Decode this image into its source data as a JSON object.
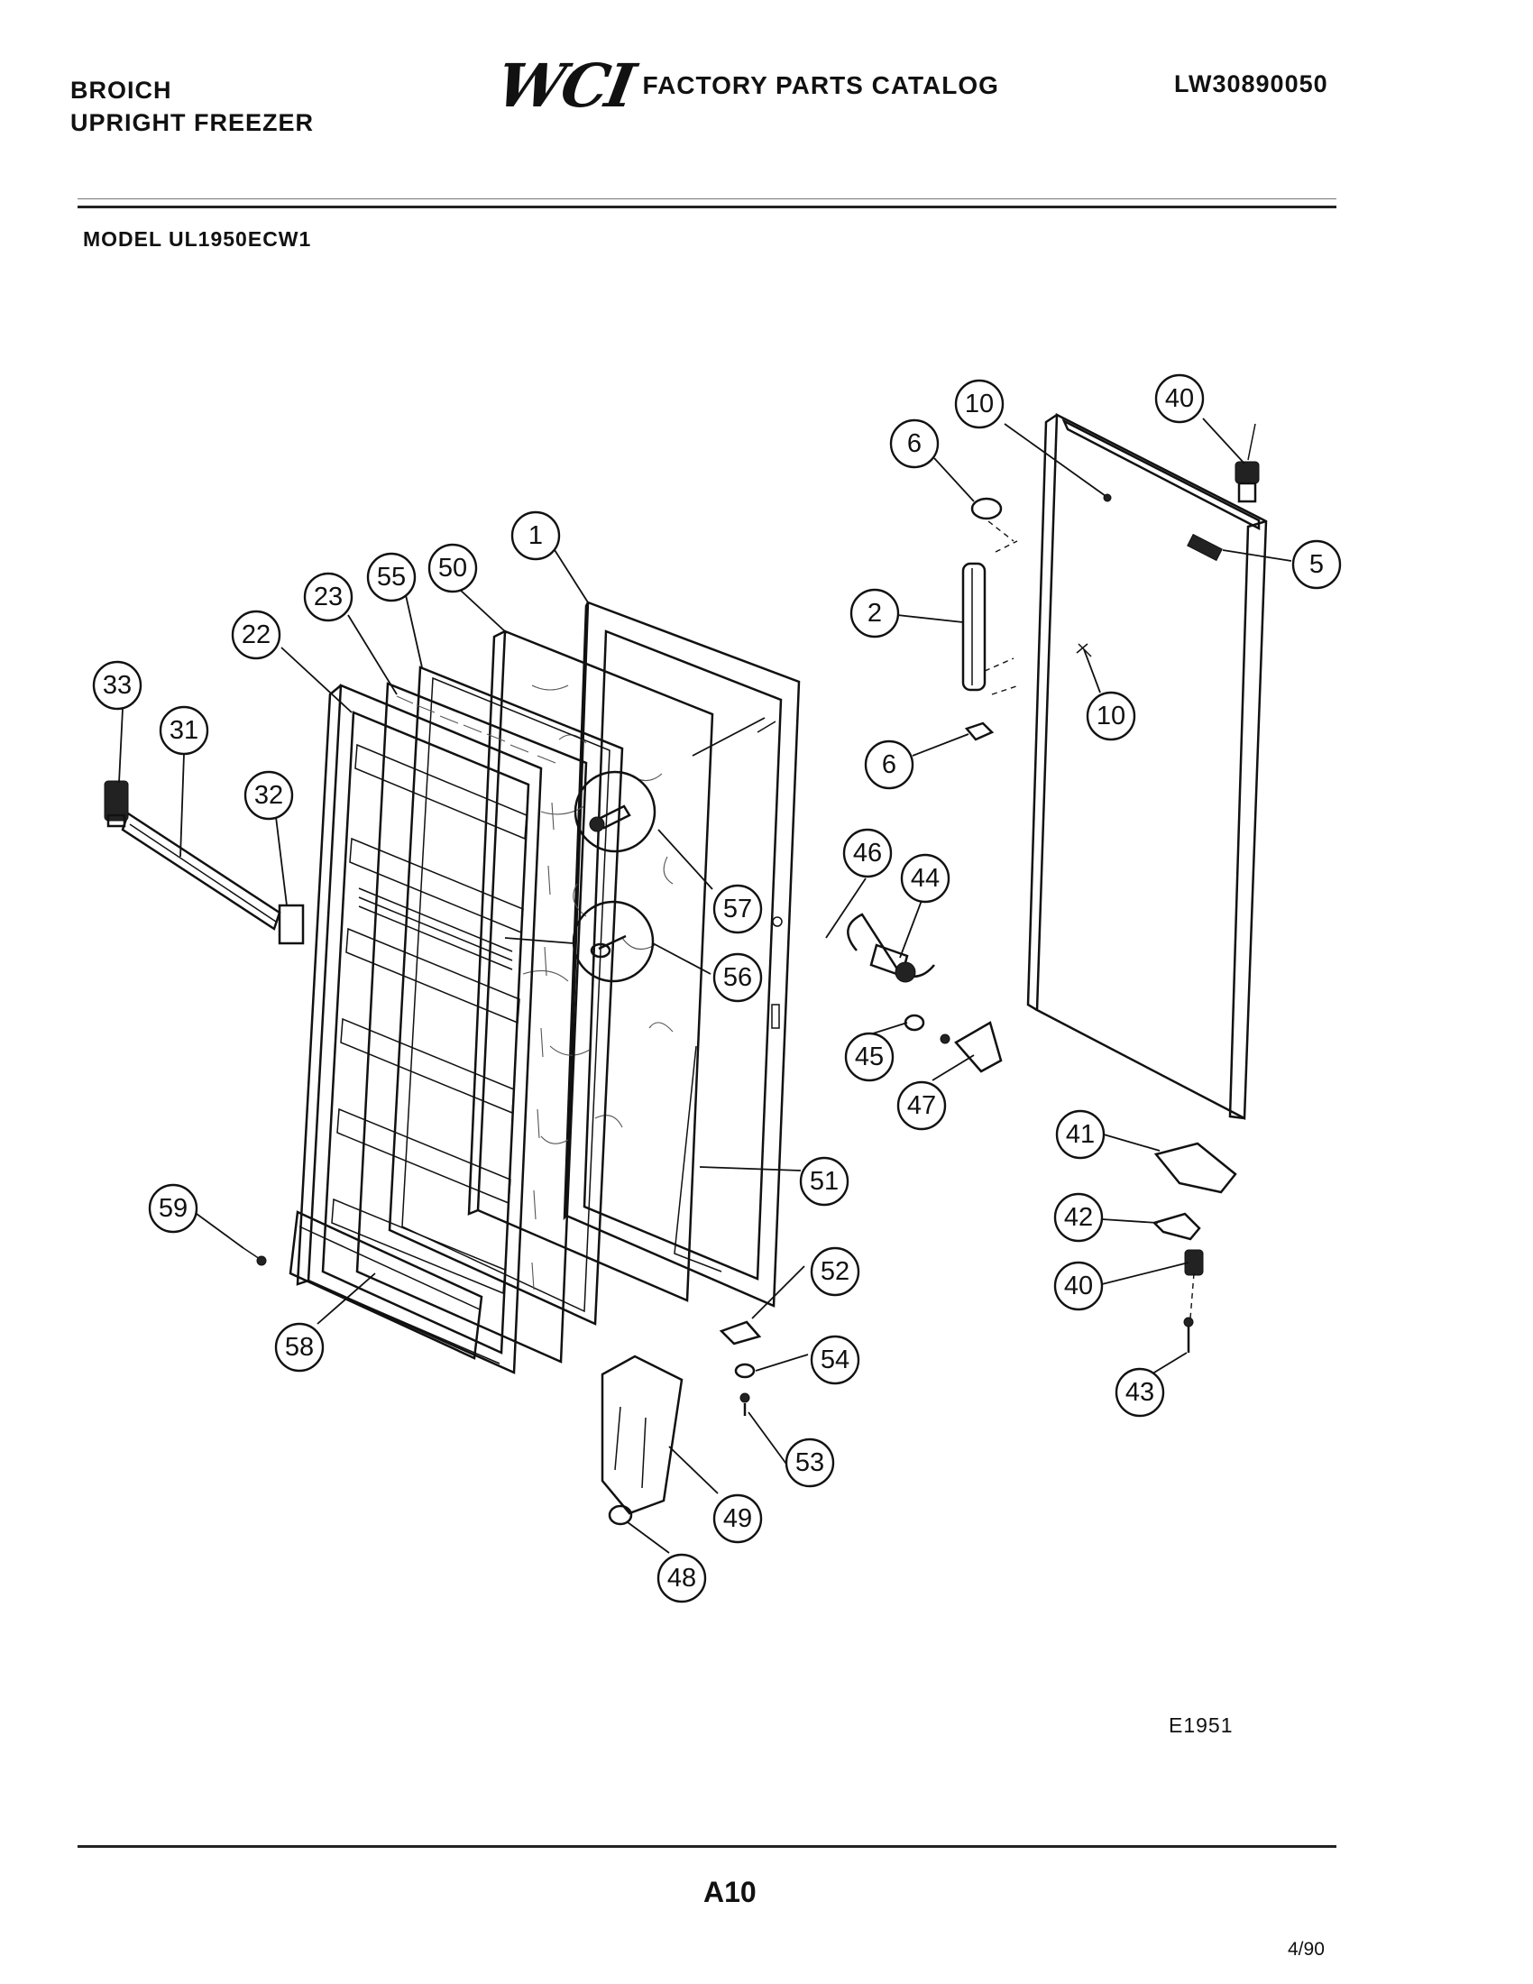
{
  "header": {
    "brand_line1": "BROICH",
    "brand_line2": "UPRIGHT FREEZER",
    "logo": "WCI",
    "catalog_title": "FACTORY PARTS CATALOG",
    "document_number": "LW30890050"
  },
  "model_label": "MODEL UL1950ECW1",
  "figure_code": "E1951",
  "page_number": "A10",
  "date": "4/90",
  "callouts": [
    {
      "id": "c1",
      "label": "1"
    },
    {
      "id": "c2",
      "label": "2"
    },
    {
      "id": "c5",
      "label": "5"
    },
    {
      "id": "c6a",
      "label": "6"
    },
    {
      "id": "c6b",
      "label": "6"
    },
    {
      "id": "c10a",
      "label": "10"
    },
    {
      "id": "c10b",
      "label": "10"
    },
    {
      "id": "c22",
      "label": "22"
    },
    {
      "id": "c23",
      "label": "23"
    },
    {
      "id": "c31",
      "label": "31"
    },
    {
      "id": "c32",
      "label": "32"
    },
    {
      "id": "c33",
      "label": "33"
    },
    {
      "id": "c40a",
      "label": "40"
    },
    {
      "id": "c40b",
      "label": "40"
    },
    {
      "id": "c41",
      "label": "41"
    },
    {
      "id": "c42",
      "label": "42"
    },
    {
      "id": "c43",
      "label": "43"
    },
    {
      "id": "c44",
      "label": "44"
    },
    {
      "id": "c45",
      "label": "45"
    },
    {
      "id": "c46",
      "label": "46"
    },
    {
      "id": "c47",
      "label": "47"
    },
    {
      "id": "c48",
      "label": "48"
    },
    {
      "id": "c49",
      "label": "49"
    },
    {
      "id": "c50",
      "label": "50"
    },
    {
      "id": "c51",
      "label": "51"
    },
    {
      "id": "c52",
      "label": "52"
    },
    {
      "id": "c53",
      "label": "53"
    },
    {
      "id": "c54",
      "label": "54"
    },
    {
      "id": "c55",
      "label": "55"
    },
    {
      "id": "c56",
      "label": "56"
    },
    {
      "id": "c57",
      "label": "57"
    },
    {
      "id": "c58",
      "label": "58"
    },
    {
      "id": "c59",
      "label": "59"
    }
  ]
}
